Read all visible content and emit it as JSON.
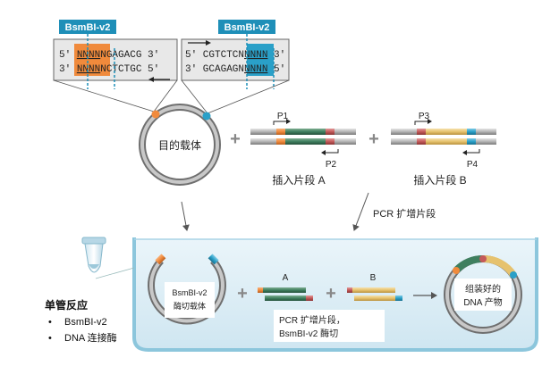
{
  "enzyme_tags": [
    "BsmBI-v2",
    "BsmBI-v2"
  ],
  "seq_left": {
    "top_prefix": "5′ ",
    "top_n": "NNNN",
    "top_rest": "NGAGACG 3′",
    "bottom_prefix": "3′ ",
    "bottom_n": "NNNN",
    "bottom_rest": "NCTCTGC 5′"
  },
  "seq_right": {
    "top_prefix": "5′ CGTCTCN",
    "top_n": "NNNN",
    "top_rest": " 3′",
    "bottom_prefix": "3′ GCAGAGN",
    "bottom_n": "NNNN",
    "bottom_rest": " 5′"
  },
  "vector_label": "目的载体",
  "plus": "+",
  "primers": [
    "P1",
    "P2",
    "P3",
    "P4"
  ],
  "fragment_labels": [
    "插入片段 A",
    "插入片段 B"
  ],
  "pcr_label": "PCR 扩增片段",
  "one_pot": {
    "title": "单管反应",
    "items": [
      "BsmBI-v2",
      "DNA 连接酶"
    ],
    "bullet": "•"
  },
  "digested_vector_lines": [
    "BsmBI-v2",
    "酶切载体"
  ],
  "letters": [
    "A",
    "B"
  ],
  "pcr_digest_lines": [
    "PCR 扩增片段，",
    "BsmBI-v2 酶切"
  ],
  "assembled_lines": [
    "组装好的",
    "DNA 产物"
  ],
  "colors": {
    "orange": "#f08a3c",
    "blue": "#2aa0c8",
    "green": "#3f7f5f",
    "red": "#c45a5a",
    "yellow": "#e9c878",
    "tag": "#1f8fb8",
    "gray": "#9a9a9a",
    "water": "#d8edf6"
  }
}
